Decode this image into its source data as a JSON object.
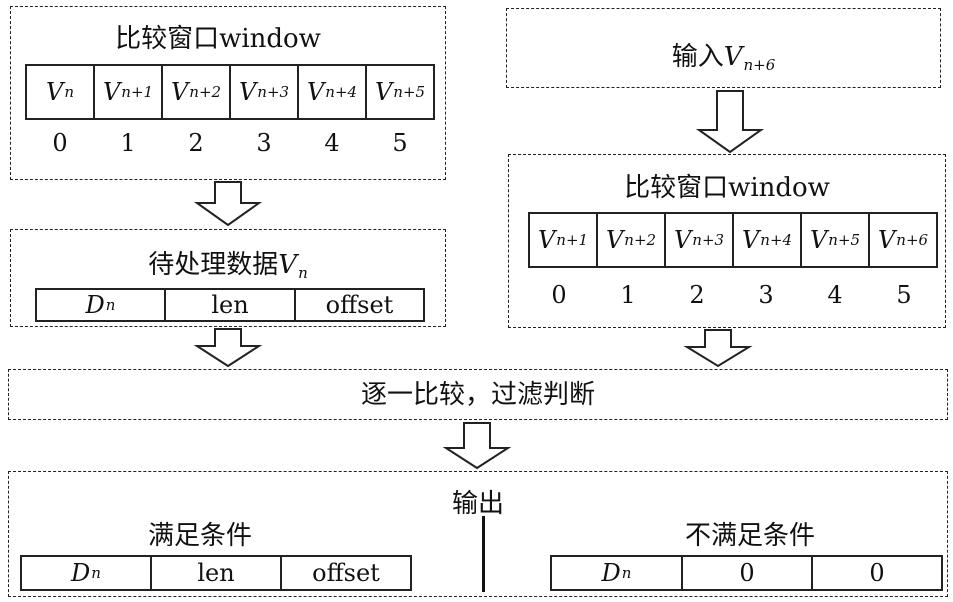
{
  "left_window": {
    "title": "比较窗口window",
    "cells": [
      {
        "v": "V",
        "sub": "n"
      },
      {
        "v": "V",
        "sub": "n+1"
      },
      {
        "v": "V",
        "sub": "n+2"
      },
      {
        "v": "V",
        "sub": "n+3"
      },
      {
        "v": "V",
        "sub": "n+4"
      },
      {
        "v": "V",
        "sub": "n+5"
      }
    ],
    "indices": [
      "0",
      "1",
      "2",
      "3",
      "4",
      "5"
    ]
  },
  "input_box": {
    "label_prefix": "输入",
    "v": "V",
    "sub": "n+6"
  },
  "right_window": {
    "title": "比较窗口window",
    "cells": [
      {
        "v": "V",
        "sub": "n+1"
      },
      {
        "v": "V",
        "sub": "n+2"
      },
      {
        "v": "V",
        "sub": "n+3"
      },
      {
        "v": "V",
        "sub": "n+4"
      },
      {
        "v": "V",
        "sub": "n+5"
      },
      {
        "v": "V",
        "sub": "n+6"
      }
    ],
    "indices": [
      "0",
      "1",
      "2",
      "3",
      "4",
      "5"
    ]
  },
  "pending": {
    "title_prefix": "待处理数据",
    "v": "V",
    "sub": "n",
    "fields": {
      "d": "D",
      "d_sub": "n",
      "len": "len",
      "offset": "offset"
    }
  },
  "compare": {
    "label": "逐一比较，过滤判断"
  },
  "output": {
    "title": "输出",
    "satisfied": {
      "label": "满足条件",
      "d": "D",
      "d_sub": "n",
      "len": "len",
      "offset": "offset"
    },
    "not_satisfied": {
      "label": "不满足条件",
      "d": "D",
      "d_sub": "n",
      "len": "0",
      "offset": "0"
    }
  }
}
